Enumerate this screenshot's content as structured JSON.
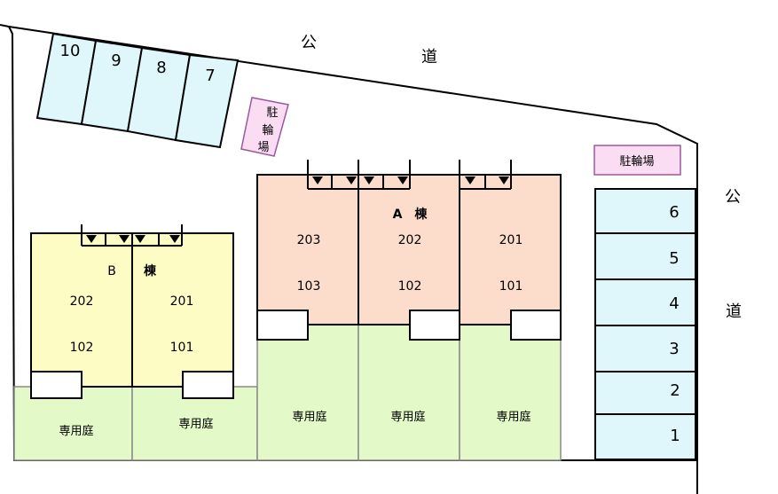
{
  "road": {
    "top_char1": "公",
    "top_char2": "道",
    "right_char1": "公",
    "right_char2": "道"
  },
  "parking_top": [
    "10",
    "9",
    "8",
    "7"
  ],
  "parking_right": [
    "6",
    "5",
    "4",
    "3",
    "2",
    "1"
  ],
  "bicycle_parking_1": [
    "駐",
    "輪",
    "場"
  ],
  "bicycle_parking_2": "駐輪場",
  "building_a": {
    "name": "A　棟",
    "units": [
      {
        "upper": "203",
        "lower": "103"
      },
      {
        "upper": "202",
        "lower": "102"
      },
      {
        "upper": "201",
        "lower": "101"
      }
    ]
  },
  "building_b": {
    "name_letter": "B",
    "name_kanji": "棟",
    "units": [
      {
        "upper": "202",
        "lower": "102"
      },
      {
        "upper": "201",
        "lower": "101"
      }
    ]
  },
  "garden_label": "専用庭",
  "colors": {
    "parking": "#dff7fb",
    "building_a": "#fcdccb",
    "building_b": "#fdfcc4",
    "garden": "#e4f9c8",
    "bike": "#fadcf3"
  }
}
